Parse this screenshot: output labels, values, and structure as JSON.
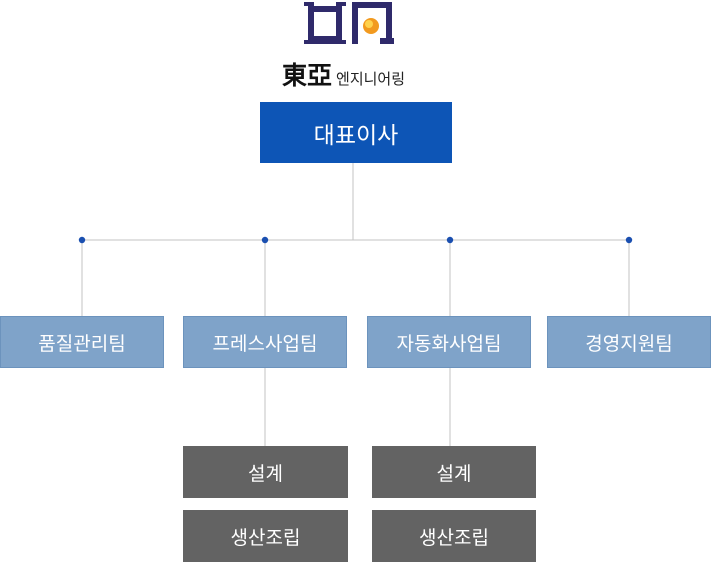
{
  "logo": {
    "hanja": "東亞",
    "subtitle": "엔지니어링",
    "mark_color": "#2f2a6b",
    "dot_color": "#f29a1f"
  },
  "ceo": {
    "label": "대표이사",
    "color": "#0d55b6"
  },
  "teams": [
    {
      "label": "품질관리팀",
      "children": []
    },
    {
      "label": "프레스사업팀",
      "children": [
        "설계",
        "생산조립"
      ]
    },
    {
      "label": "자동화사업팀",
      "children": [
        "설계",
        "생산조립"
      ]
    },
    {
      "label": "경영지원팀",
      "children": []
    }
  ],
  "colors": {
    "team_box": "#7fa3c9",
    "sub_box": "#636363",
    "connector": "#c3c3c3",
    "node_dot": "#1a4fb0"
  }
}
